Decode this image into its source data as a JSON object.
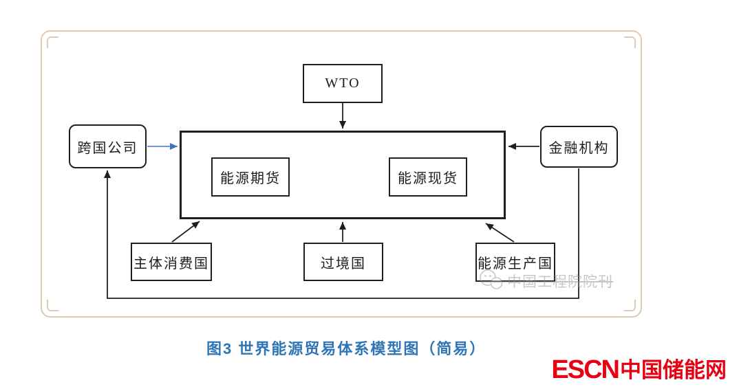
{
  "diagram": {
    "nodes": {
      "wto": {
        "label": "WTO",
        "shape": "rect"
      },
      "multinational": {
        "label": "跨国公司",
        "shape": "rounded-rect"
      },
      "financial": {
        "label": "金融机构",
        "shape": "rounded-rect"
      },
      "market": {
        "label": "",
        "shape": "rect-container"
      },
      "futures": {
        "label": "能源期货",
        "shape": "rect"
      },
      "spot": {
        "label": "能源现货",
        "shape": "rect"
      },
      "consumer": {
        "label": "主体消费国",
        "shape": "rect"
      },
      "transit": {
        "label": "过境国",
        "shape": "rect"
      },
      "producer": {
        "label": "能源生产国",
        "shape": "rect"
      }
    },
    "edges": [
      {
        "from": "wto",
        "to": "market",
        "color": "black",
        "direction": "down"
      },
      {
        "from": "multinational",
        "to": "market",
        "color": "blue",
        "direction": "right"
      },
      {
        "from": "financial",
        "to": "market",
        "color": "black",
        "direction": "left"
      },
      {
        "from": "consumer",
        "to": "market",
        "color": "black",
        "direction": "up-right"
      },
      {
        "from": "transit",
        "to": "market",
        "color": "black",
        "direction": "up"
      },
      {
        "from": "producer",
        "to": "market",
        "color": "black",
        "direction": "up-left"
      },
      {
        "from": "financial",
        "to": "multinational",
        "color": "black",
        "direction": "down-left-up",
        "route": "around-bottom"
      }
    ]
  },
  "caption": {
    "text": "图3 世界能源贸易体系模型图（简易）"
  },
  "watermark": {
    "text": "中国工程院院刊",
    "icon": "wechat-icon"
  },
  "logo": {
    "latin": "ESCN",
    "cjk": "中国储能网"
  },
  "colors": {
    "accent_blue": "#4472c4",
    "caption_blue": "#2e75b6",
    "logo_red": "#e60012",
    "frame_tan": "#dccbb2",
    "line_black": "#1f1f1f",
    "watermark_grey": "#909090"
  }
}
